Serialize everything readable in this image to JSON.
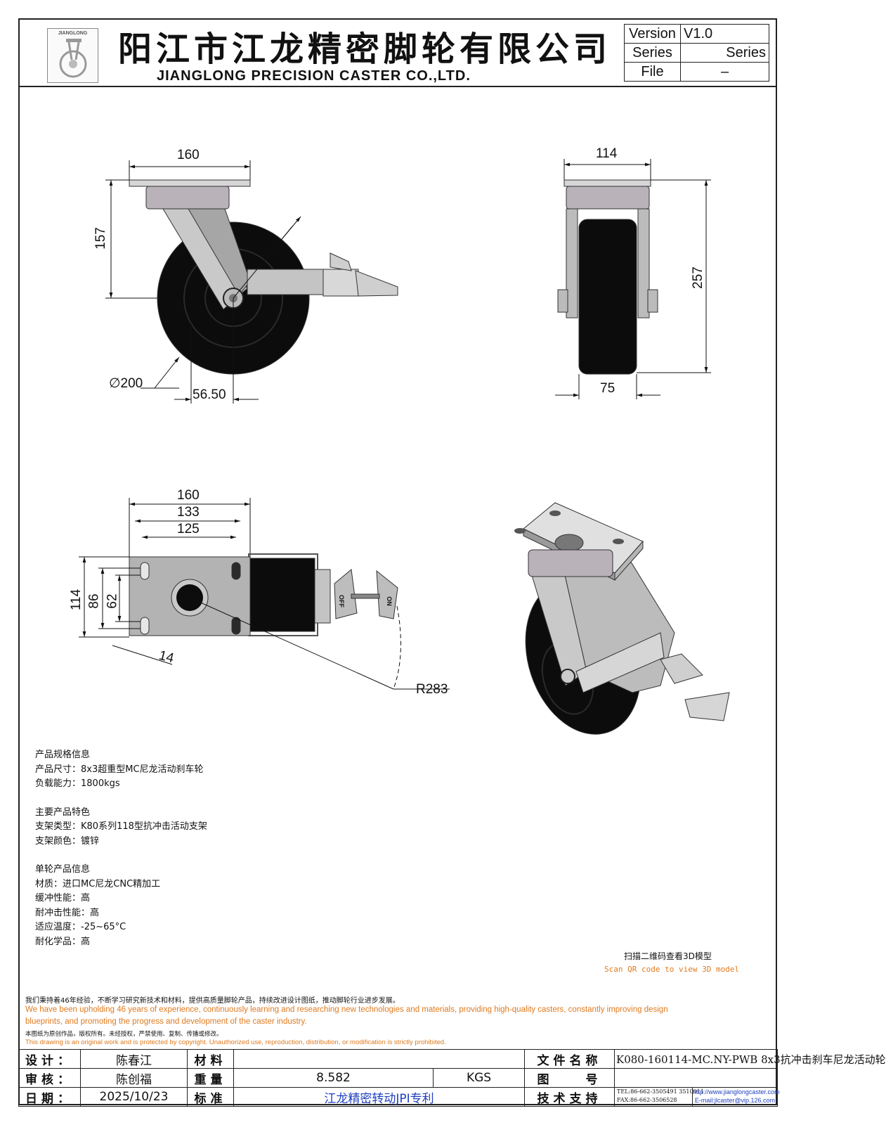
{
  "header": {
    "logo_text": "JIANGLONG",
    "company_cn": "阳江市江龙精密脚轮有限公司",
    "company_en": "JIANGLONG PRECISION CASTER CO.,LTD.",
    "meta": [
      {
        "key": "Version",
        "value": "V1.0"
      },
      {
        "key": "Series",
        "value": "Series"
      },
      {
        "key": "File",
        "value": "–"
      }
    ]
  },
  "dimensions": {
    "side_top_width": "160",
    "side_height": "157",
    "wheel_dia": "∅200",
    "swivel_offset": "56.50",
    "front_top_width": "114",
    "front_height": "257",
    "wheel_width": "75",
    "plate_160": "160",
    "plate_133": "133",
    "plate_125": "125",
    "plate_114": "114",
    "plate_86": "86",
    "plate_62": "62",
    "slot_14": "14",
    "swivel_radius": "R283",
    "pedal_off": "OFF",
    "pedal_on": "ON"
  },
  "specs": {
    "sec1_title": "产品规格信息",
    "size": "产品尺寸：8x3超重型MC尼龙活动刹车轮",
    "load": "负载能力：1800kgs",
    "sec2_title": "主要产品特色",
    "bracket_type": "支架类型：K80系列118型抗冲击活动支架",
    "bracket_color": "支架颜色：镀锌",
    "sec3_title": "单轮产品信息",
    "material": "材质：进口MC尼龙CNC精加工",
    "cushion": "缓冲性能：高",
    "impact": "耐冲击性能：高",
    "temp": "适应温度：-25~65°C",
    "chem": "耐化学品：高"
  },
  "qr": {
    "cn": "扫描二维码查看3D模型",
    "en": "Scan QR code to view 3D model"
  },
  "notes": {
    "cn1": "我们秉持着46年经验，不断学习研究新技术和材料，提供高质量脚轮产品，持续改进设计图纸，推动脚轮行业进步发展。",
    "en1a": "We have been upholding 46 years of experience, continuously learning and researching new technologies and materials, providing high-quality casters, constantly improving design",
    "en1b": "blueprints, and promoting the progress and development of the caster industry.",
    "cn2": "本图纸为原创作品，版权所有。未经授权，严禁使用、复制、传播或修改。",
    "en2": "This drawing is an original work and is protected by copyright. Unauthorized use, reproduction, distribution, or modification is strictly prohibited."
  },
  "titleblock": {
    "design_label": "设计：",
    "designer": "陈春江",
    "material_label": "材料",
    "material_value": "",
    "filename_label": "文件名称",
    "filename": "K080-160114-MC.NY-PWB 8x3抗冲击刹车尼龙活动轮",
    "review_label": "审核：",
    "reviewer": "陈创福",
    "weight_label": "重量",
    "weight": "8.582",
    "weight_unit": "KGS",
    "drawing_no_label": "图　　号",
    "drawing_no": "",
    "date_label": "日期：",
    "date": "2025/10/23",
    "standard_label": "标准",
    "standard": "江龙精密转动JPI专利",
    "support_label": "技术支持",
    "tel": "TEL:86-662-3505491 3510011",
    "fax": "FAX:86-662-3506528",
    "url": "http://www.jianglongcaster.com",
    "email": "E-mail:jlcaster@vip.126.com"
  }
}
